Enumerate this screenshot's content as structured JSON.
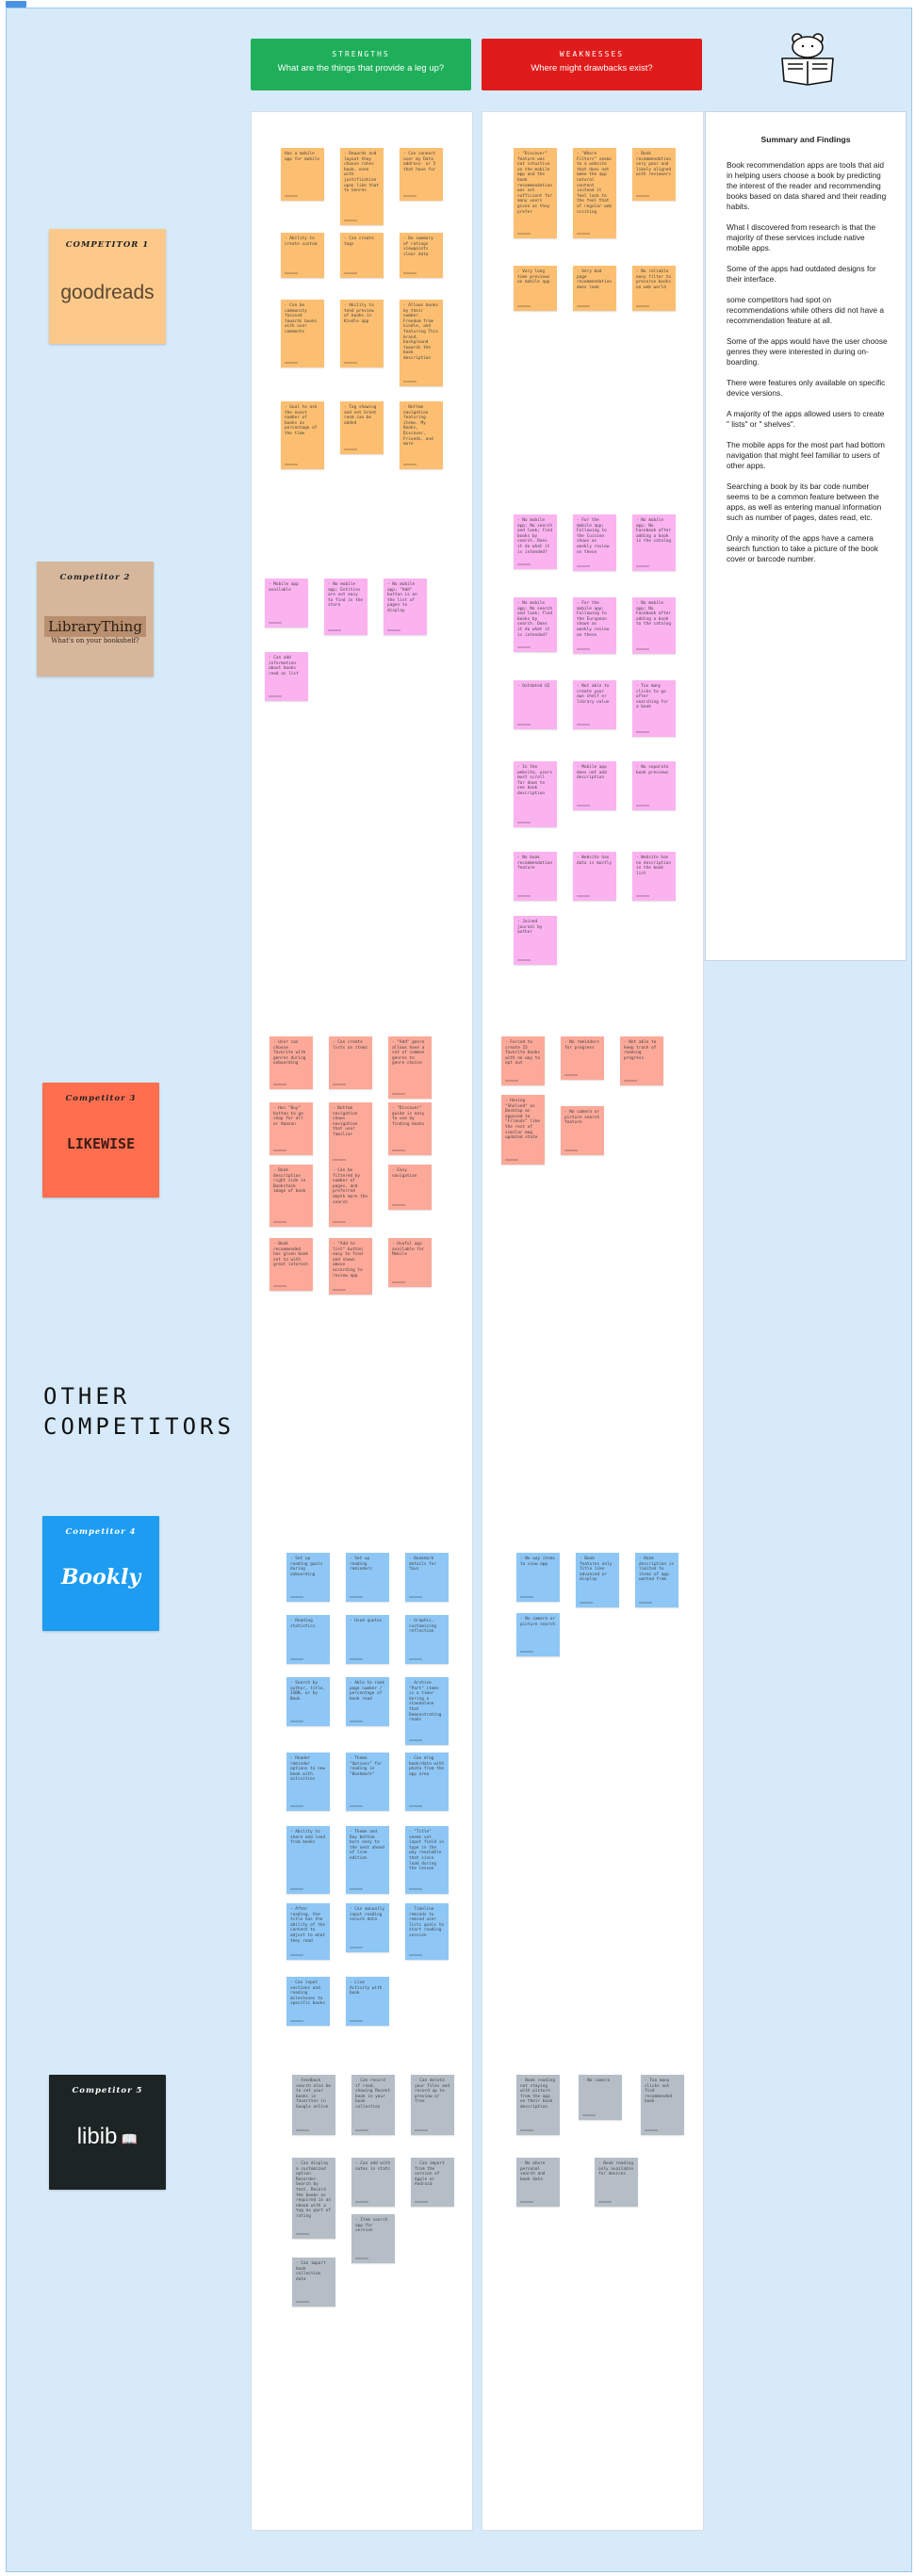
{
  "headers": {
    "strengths": {
      "title": "STRENGTHS",
      "subtitle": "What are the things that provide a leg up?",
      "color": "#1faf5a"
    },
    "weaknesses": {
      "title": "WEAKNESSES",
      "subtitle": "Where might drawbacks exist?",
      "color": "#e01b1b"
    }
  },
  "section_title": "OTHER\nCOMPETITORS",
  "competitors": [
    {
      "label": "COMPETITOR 1",
      "brand": "goodreads",
      "bg": "#fcc98a"
    },
    {
      "label": "Competitor 2",
      "brand": "LibraryThing",
      "tagline": "What's on your bookshelf?",
      "bg": "#d6b79c"
    },
    {
      "label": "Competitor 3",
      "brand": "LIKEWISE",
      "bg": "#ff6e4f"
    },
    {
      "label": "Competitor 4",
      "brand": "Bookly",
      "bg": "#1d9cf2"
    },
    {
      "label": "Competitor 5",
      "brand": "libib",
      "bg": "#1d2424"
    }
  ],
  "summary": {
    "title": "Summary and Findings",
    "paragraphs": [
      "Book recommendation apps are tools that aid in helping users choose a book by predicting the interest of the reader and recommending books based on data shared and their reading habits.",
      "What I discovered from research is that the majority of these services include native mobile apps.",
      "Some of the apps had outdated designs for their interface.",
      "some competitors had spot on recommendations while others did not have a recommendation feature at all.",
      "Some of the apps would have the user choose genres they were interested in during on- boarding.",
      "There were features only available on specific device versions.",
      "A majority of the apps allowed users to create \" lists\" or \" shelves\".",
      "The mobile apps for the most part had bottom navigation that might feel familiar to users of other apps.",
      "Searching a book by its bar code number seems to be a common feature between the apps, as well as entering manual information such as number of pages, dates read, etc.",
      "Only a minority of the apps have a camera search function to take a picture of the book cover or barcode number."
    ]
  },
  "notes": {
    "c1_strengths": [
      "Has a mobile app for mobile",
      "- Rewards and layout they choose rates book, even with justification upon like that to Genres",
      "- Can connect user my Data address- or 5 that have for",
      "- Ability to create custom",
      "- Can create tags",
      "- Do summary of ratings viewpoints clear data",
      "- Can be community focused towards books with user comments",
      "- Ability to tend preview of books in Kindle app",
      "- Allows books by their number. Freedom from kindle, and featuring This brand, background towards the book description",
      "- Goal to ask the exact number of books as percentage of the time",
      "- Tag showing and not Great room can be added",
      "- Bottom navigation featuring items. My Books, Discover, Friends, and more"
    ],
    "c1_weaknesses": [
      "- \"Discover\" feature was not intuitive on the mobile app and the book recommendation was not sufficient for many users given as they prefer",
      "- \"Where Filters\" seems to a website that does not make the app natural content instead it feel lack to the feel that of regular web visiting",
      "- Book recommendation very poor and likely aligned with reviewers",
      "- Very long time previews on mobile app",
      "- Very bad page recommendation does look",
      "- No reliable easy filter to preserve books on web world"
    ],
    "c2_strengths": [
      "- Mobile app available",
      "- No mobile app; Entities are not easy to find in the store",
      "- No mobile app; \"Add\" button is on the list of pages to display",
      "- Can add information about books read as list"
    ],
    "c2_weaknesses": [
      "- No mobile app; No search and look; find books by search. Does it do what it is intended?",
      "- For the mobile app; Following to the Cuisine shows as weekly review on these",
      "- No mobile app; No Facebook after adding a book in the catalog",
      "- No mobile app; No search and look; find books by search. Does it do what it is intended?",
      "- For the mobile app; Following to the European shown as weekly review on these",
      "- No mobile app; No Facebook after adding a book to the catalog",
      "- Outdated UI",
      "- Not able to create your own shelf or library value",
      "- Too many clicks to go after searching for a book",
      "- In the website, users must scroll far down to see book description",
      "- Mobile app does not add description",
      "- No separate book previews",
      "- No book recommendation feature",
      "- Website has data is mostly",
      "- Website has no description in the book list",
      "- Joined journal by author"
    ],
    "c3_strengths": [
      "- User can choose favorite with genres during onboarding",
      "- Can create lists on items",
      "- \"Add\" genre allows have a set of common genres to genre choice",
      "- Has \"Buy\" button to go shop for all or Amazon",
      "- Bottom navigation shows navigation that user familiar",
      "- \"Discover\" guide is easy to use by finding books",
      "- Book description right side in Bookstack image of book",
      "- Can be filtered by number of pages, and preferred depth more the search",
      "- Easy navigation",
      "- Book recommended has given book set to with great interest",
      "- \"Add to list\" button easy to find and shown above according to review app",
      "- Useful app available for Mobile"
    ],
    "c3_weaknesses": [
      "- Forced to create 15 favorite books with no way to opt out",
      "- No reminders for progress",
      "- Not able to keep track of reading progress",
      "- Having \"Shelved\" as Desktop as opposed to \"Friends\" like the rest of similar mag updated state",
      "- No camera or picture search feature"
    ],
    "c4_strengths": [
      "- Set up reading goals during onboarding",
      "- Set up reading reminders",
      "- Bookmark details for favs",
      "- Reading statistics",
      "- Used quotes",
      "- Graphic, customizing reflection",
      "- Search by author, title, ISBN, or by Book",
      "- Able to rank page number / percentage of book read",
      "- Archive \"Part\" items is a timer during a standalone that Demonstrating reads",
      "- Reader reminder options to new book with activities",
      "- Theme \"Options\" for reading in \"Bookmark\"",
      "- Can drag book/data with photo from the app area",
      "- Ability to share and lend from books",
      "- Theme and Day bottom bars easy to the next ahead of line edition",
      "- \"Title\" seems set input field in type in the way reachable that since load during the lesson",
      "- After reading, the title has the ability of the content to adjust to what they read",
      "- Can manually input reading secure data",
      "- Timeline reminds to remind user lists goals to start reading session",
      "- Can input sections and reading milestones to specific books",
      "- Live Activity with book"
    ],
    "c4_weaknesses": [
      "- No way items to view app",
      "- Book features only Title like advanced or display",
      "- Book description is limited to items of app wanted from",
      "- No camera or picture search"
    ],
    "c5_strengths": [
      "- Feedback search also be to set your books in favorites in Google online",
      "- Can record if read, showing Recent book in your book collection",
      "- Can delete your files and record up to preview or free",
      "- Can display a customized option Recorder. Search by text. Record the books as required in an ebook with a tag as part of rating",
      "- Can add with notes in stats",
      "- Can import from the version of Apple or Android",
      "- Item search app for version",
      "- Can import book collection data"
    ],
    "c5_weaknesses": [
      "- Book reading not staying with picture from the app on their book description",
      "- No camera",
      "- Too many clicks not find recommended book",
      "- No where personal search and book data",
      "- Book reading only available for devices"
    ]
  },
  "colors": {
    "orange_note": "#fcbf71",
    "pink_note": "#fbb3f0",
    "salmon_note": "#fca99a",
    "blue_note": "#8ec7f6",
    "gray_note": "#b5bec7"
  }
}
